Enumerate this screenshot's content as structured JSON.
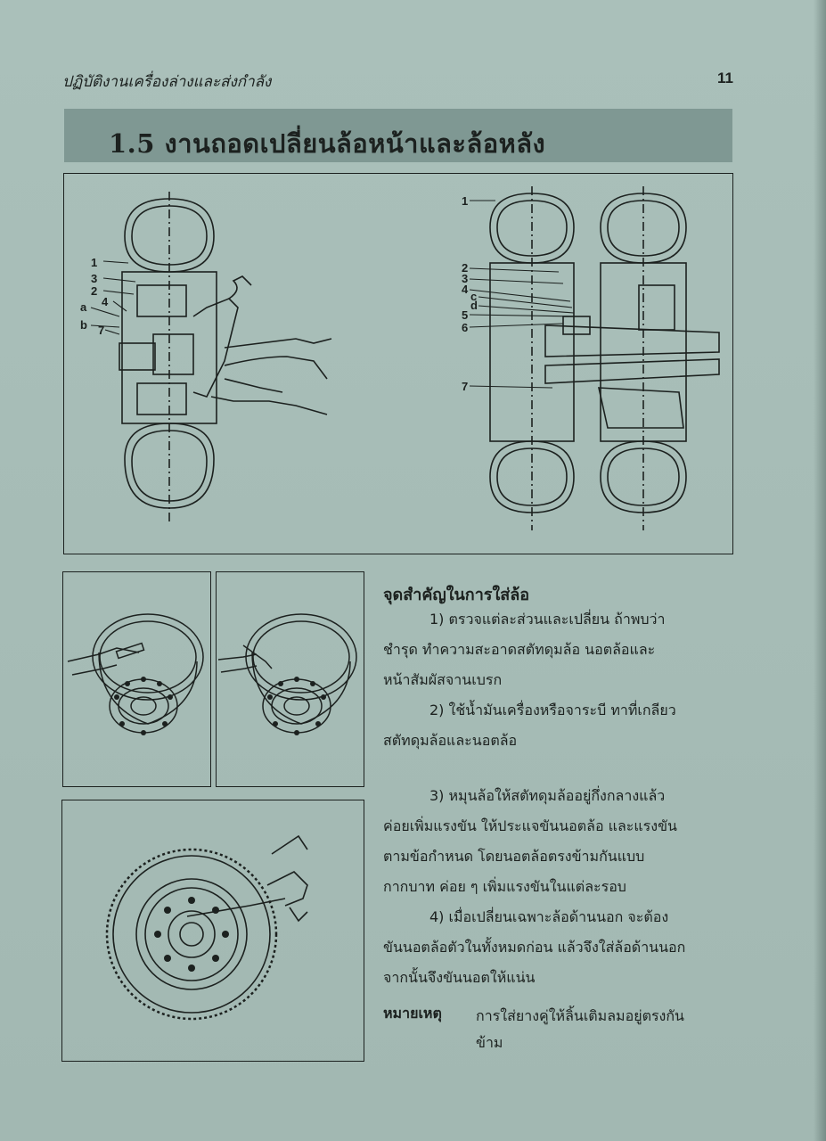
{
  "header": {
    "running_title": "ปฏิบัติงานเครื่องล่างและส่งกำลัง",
    "page_number": "11"
  },
  "section": {
    "title": "1.5  งานถอดเปลี่ยนล้อหน้าและล้อหลัง"
  },
  "figure_main": {
    "front_labels": [
      "1",
      "3",
      "2",
      "4",
      "a",
      "b",
      "7"
    ],
    "rear_labels": [
      "1",
      "2",
      "3",
      "4",
      "c",
      "d",
      "5",
      "6",
      "7"
    ]
  },
  "instructions": {
    "heading": "จุดสำคัญในการใส่ล้อ",
    "step1_lines": [
      "1)  ตรวจแต่ละส่วนและเปลี่ยน  ถ้าพบว่า",
      "ชำรุด  ทำความสะอาดสตัทดุมล้อ  นอตล้อและ",
      "หน้าสัมผัสจานเบรก"
    ],
    "step2_lines": [
      "2)  ใช้น้ำมันเครื่องหรือจาระบี  ทาที่เกลียว",
      "สตัทดุมล้อและนอตล้อ"
    ],
    "step3_lines": [
      "3)  หมุนล้อให้สตัทดุมล้ออยู่กึ่งกลางแล้ว",
      "ค่อยเพิ่มแรงขัน ให้ประแจขันนอตล้อ และแรงขัน",
      "ตามข้อกำหนด            โดยนอตล้อตรงข้ามกันแบบ",
      "กากบาท  ค่อย  ๆ  เพิ่มแรงขันในแต่ละรอบ"
    ],
    "step4_lines": [
      "4)  เมื่อเปลี่ยนเฉพาะล้อด้านนอก  จะต้อง",
      "ขันนอตล้อตัวในทั้งหมดก่อน  แล้วจึงใส่ล้อด้านนอก",
      "จากนั้นจึงขันนอตให้แน่น"
    ]
  },
  "note": {
    "label": "หมายเหตุ",
    "lines": [
      "การใส่ยางคู่ให้ลิ้นเติมลมอยู่ตรงกัน",
      "ข้าม"
    ]
  }
}
